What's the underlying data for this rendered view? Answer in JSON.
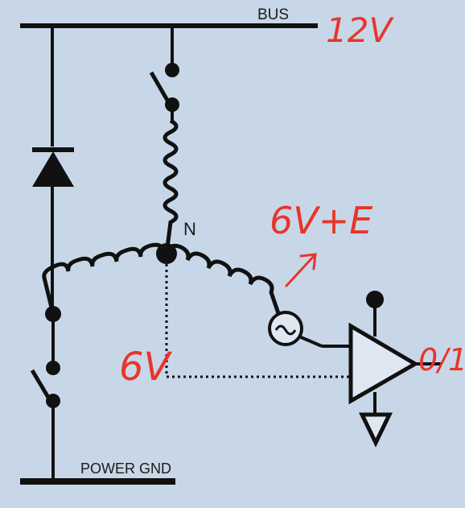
{
  "diagram": {
    "labels": {
      "bus": "BUS",
      "neutral": "N",
      "power_gnd": "POWER GND"
    },
    "handwritten_annotations": {
      "bus_voltage": "12V",
      "neutral_voltage": "6V+E",
      "reference_voltage": "6V",
      "comparator_output": "0/1"
    },
    "components": [
      {
        "name": "flyback-diode"
      },
      {
        "name": "high-side-switch"
      },
      {
        "name": "low-side-switch"
      },
      {
        "name": "phase-coil-top"
      },
      {
        "name": "phase-coil-left"
      },
      {
        "name": "phase-coil-right"
      },
      {
        "name": "back-emf-source"
      },
      {
        "name": "comparator"
      }
    ],
    "colors": {
      "background": "#c8d7e8",
      "wire": "#111111",
      "annotation": "#e8352b"
    }
  }
}
